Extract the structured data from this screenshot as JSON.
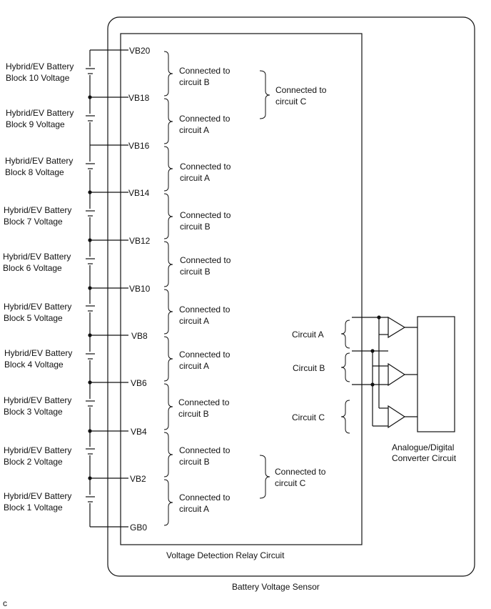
{
  "battery_voltage_sensor_label": "Battery Voltage Sensor",
  "relay_circuit_label": "Voltage Detection Relay Circuit",
  "adc_label_line1": "Analogue/Digital",
  "adc_label_line2": "Converter Circuit",
  "figure_code": "c",
  "terminals": [
    "VB20",
    "VB18",
    "VB16",
    "VB14",
    "VB12",
    "VB10",
    "VB8",
    "VB6",
    "VB4",
    "VB2",
    "GB0"
  ],
  "blocks": [
    {
      "line1": "Hybrid/EV Battery",
      "line2": "Block 10 Voltage"
    },
    {
      "line1": "Hybrid/EV Battery",
      "line2": "Block 9 Voltage"
    },
    {
      "line1": "Hybrid/EV Battery",
      "line2": "Block 8 Voltage"
    },
    {
      "line1": "Hybrid/EV Battery",
      "line2": "Block 7 Voltage"
    },
    {
      "line1": "Hybrid/EV Battery",
      "line2": "Block 6 Voltage"
    },
    {
      "line1": "Hybrid/EV Battery",
      "line2": "Block 5 Voltage"
    },
    {
      "line1": "Hybrid/EV Battery",
      "line2": "Block 4 Voltage"
    },
    {
      "line1": "Hybrid/EV Battery",
      "line2": "Block 3 Voltage"
    },
    {
      "line1": "Hybrid/EV Battery",
      "line2": "Block 2 Voltage"
    },
    {
      "line1": "Hybrid/EV Battery",
      "line2": "Block 1 Voltage"
    }
  ],
  "connections": [
    {
      "line1": "Connected to",
      "line2": "circuit B"
    },
    {
      "line1": "Connected to",
      "line2": "circuit A"
    },
    {
      "line1": "Connected to",
      "line2": "circuit A"
    },
    {
      "line1": "Connected to",
      "line2": "circuit B"
    },
    {
      "line1": "Connected to",
      "line2": "circuit B"
    },
    {
      "line1": "Connected to",
      "line2": "circuit A"
    },
    {
      "line1": "Connected to",
      "line2": "circuit A"
    },
    {
      "line1": "Connected to",
      "line2": "circuit B"
    },
    {
      "line1": "Connected to",
      "line2": "circuit B"
    },
    {
      "line1": "Connected to",
      "line2": "circuit A"
    }
  ],
  "outer_connections": [
    {
      "line1": "Connected to",
      "line2": "circuit C"
    },
    {
      "line1": "Connected to",
      "line2": "circuit C"
    }
  ],
  "circuit_labels": [
    "Circuit A",
    "Circuit B",
    "Circuit C"
  ]
}
